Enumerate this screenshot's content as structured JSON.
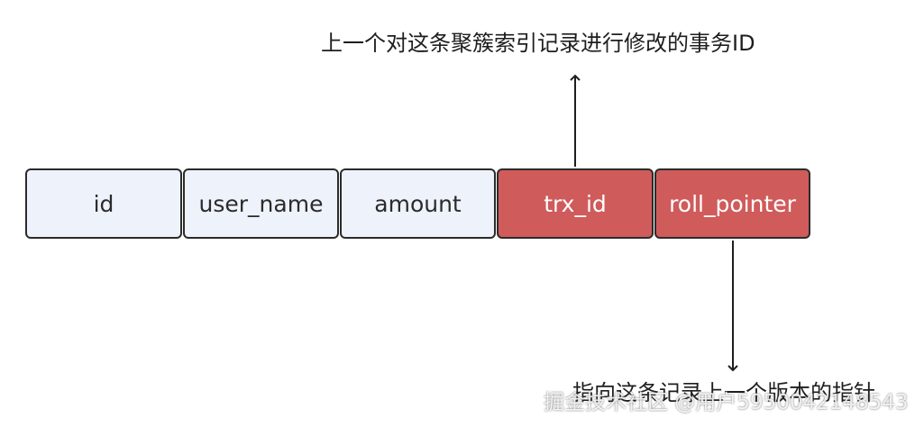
{
  "diagram": {
    "columns": [
      {
        "label": "id",
        "highlight": false
      },
      {
        "label": "user_name",
        "highlight": false
      },
      {
        "label": "amount",
        "highlight": false
      },
      {
        "label": "trx_id",
        "highlight": true
      },
      {
        "label": "roll_pointer",
        "highlight": true
      }
    ],
    "top_annotation": "上一个对这条聚簇索引记录进行修改的事务ID",
    "bottom_annotation": "指向这条记录上一个版本的指针",
    "colors": {
      "normal_fill": "#eef2fb",
      "highlight_fill": "#d05b5b",
      "border": "#2b2b2b"
    }
  },
  "watermark": "掘金技术社区 @用户5950042148543"
}
